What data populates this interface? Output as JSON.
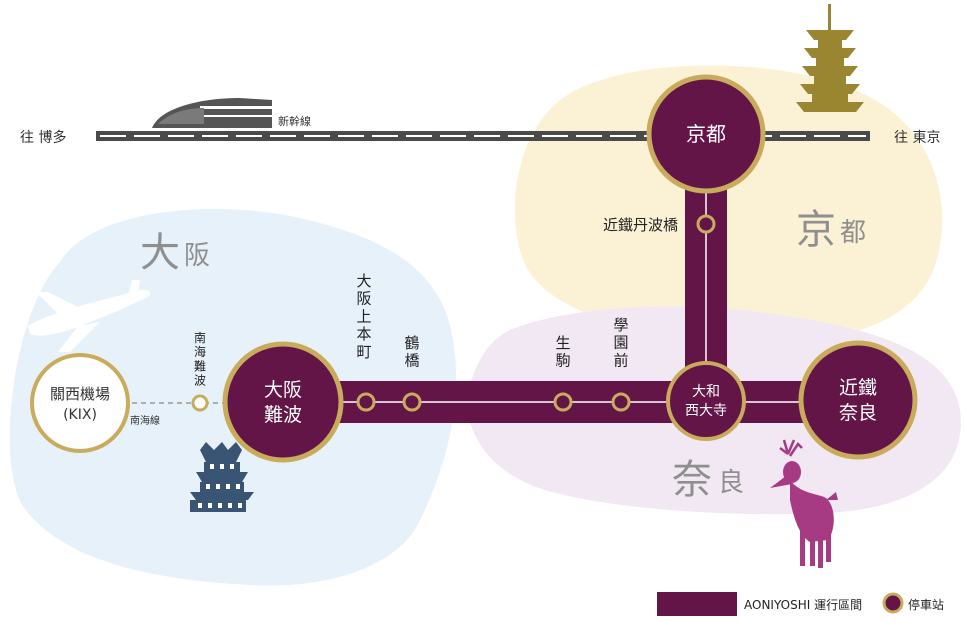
{
  "colors": {
    "route": "#631548",
    "ring": "#c8ac5c",
    "tokaido": "#4a4a4a",
    "osaka_region": "#e7f1fa",
    "kyoto_region": "#fbf2d6",
    "nara_region": "#f2e8f3",
    "deer": "#a63b84",
    "castle": "#3a5573",
    "pagoda": "#9a8530",
    "region_label": "#8f8f8f"
  },
  "shinkansen": {
    "label": "新幹線",
    "west": "往 博多",
    "east": "往 東京"
  },
  "regions": {
    "osaka": {
      "big": "大",
      "small": "阪"
    },
    "kyoto": {
      "big": "京",
      "small": "都"
    },
    "nara": {
      "big": "奈",
      "small": "良"
    }
  },
  "airport": {
    "line1": "關西機場",
    "line2": "(KIX)",
    "line_label": "南海線"
  },
  "stations": {
    "nankai_namba": "南海難波",
    "osaka_namba": [
      "大阪",
      "難波"
    ],
    "osaka_uehommachi": "大阪上本町",
    "tsuruhashi": "鶴橋",
    "ikoma": "生駒",
    "gakuemmae": "學園前",
    "yamato_saidaiji": [
      "大和",
      "西大寺"
    ],
    "kintetsu_nara": [
      "近鐵",
      "奈良"
    ],
    "kintetsu_tambabashi": "近鐵丹波橋",
    "kyoto": "京都"
  },
  "legend": {
    "route_label": "AONIYOSHI 運行區間",
    "stop_label": "停車站"
  }
}
